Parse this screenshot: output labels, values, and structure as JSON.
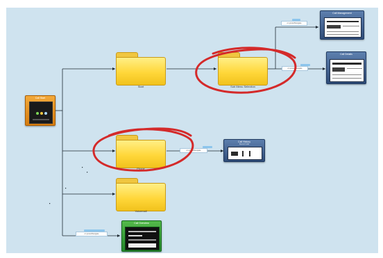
{
  "start_node": {
    "title": "Call Start"
  },
  "folders": {
    "top": {
      "label": "Start"
    },
    "top_sub": {
      "label": "Sub Menu Selection"
    },
    "middle": {
      "label": "Phone"
    },
    "bottom": {
      "label": "Voicemail"
    }
  },
  "screens": {
    "top_right_1": {
      "title": "Call Management"
    },
    "top_right_2": {
      "title": "Call Details"
    },
    "middle_right": {
      "title": "Call History",
      "subtitle": "Recent Calls"
    },
    "bottom_green": {
      "title": "Call Overview"
    }
  },
  "connector_labels": {
    "top_1": "on press/Navigate",
    "top_2": "on press/Navigate",
    "middle": "on press/Navigate",
    "bottom": "on press/Navigate"
  },
  "colors": {
    "background": "#cfe3ef",
    "annotation": "#d42a2a",
    "folder": "#ffd73a",
    "screen_header": "#2f4c78"
  }
}
